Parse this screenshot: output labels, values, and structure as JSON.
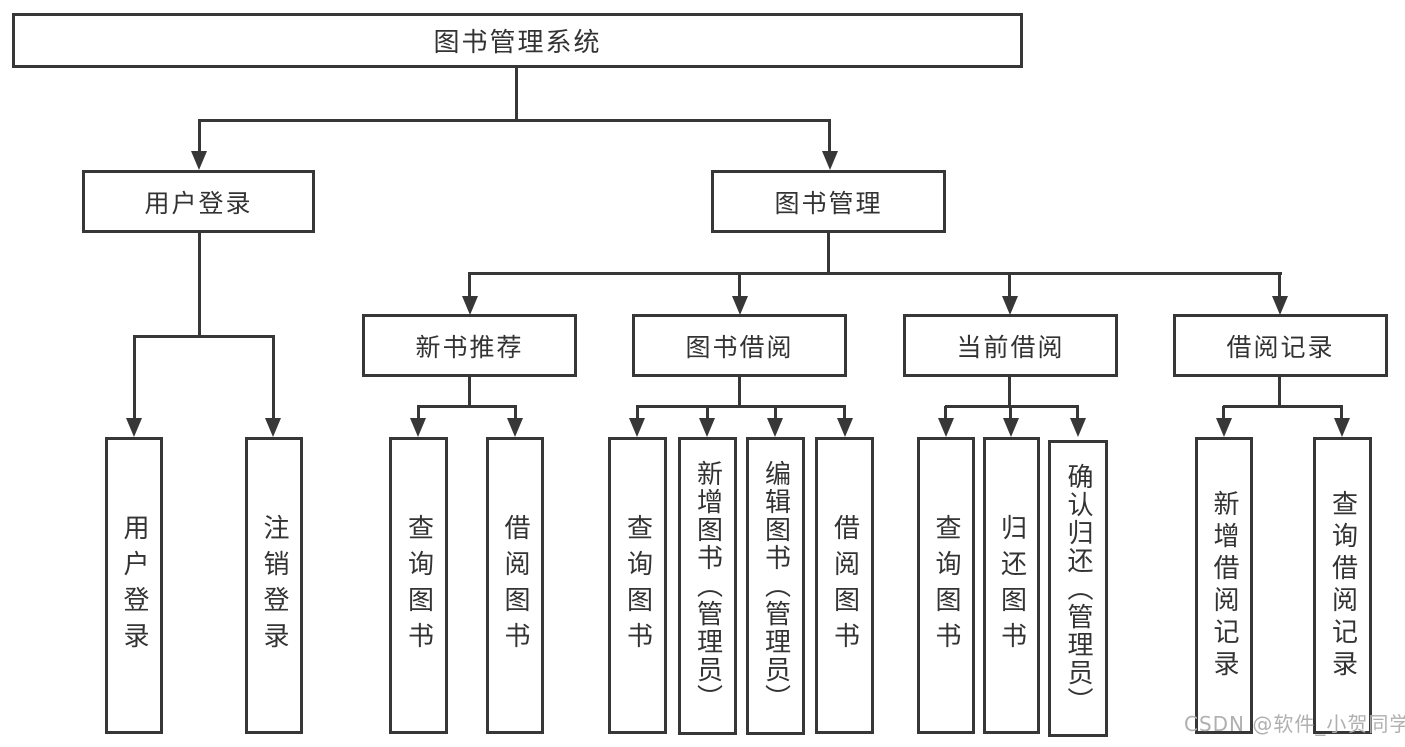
{
  "diagram": {
    "type": "hierarchy-tree",
    "root": {
      "label": "图书管理系统"
    },
    "level2": [
      {
        "label": "用户登录",
        "parent": "图书管理系统"
      },
      {
        "label": "图书管理",
        "parent": "图书管理系统"
      }
    ],
    "level3": [
      {
        "label": "新书推荐",
        "parent": "图书管理"
      },
      {
        "label": "图书借阅",
        "parent": "图书管理"
      },
      {
        "label": "当前借阅",
        "parent": "图书管理"
      },
      {
        "label": "借阅记录",
        "parent": "图书管理"
      }
    ],
    "leaves": [
      {
        "label": "用户登录",
        "parent": "用户登录"
      },
      {
        "label": "注销登录",
        "parent": "用户登录"
      },
      {
        "label": "查询图书",
        "parent": "新书推荐"
      },
      {
        "label": "借阅图书",
        "parent": "新书推荐"
      },
      {
        "label": "查询图书",
        "parent": "图书借阅"
      },
      {
        "label": "新增图书（管理员）",
        "parent": "图书借阅"
      },
      {
        "label": "编辑图书（管理员）",
        "parent": "图书借阅"
      },
      {
        "label": "借阅图书",
        "parent": "图书借阅"
      },
      {
        "label": "查询图书",
        "parent": "当前借阅"
      },
      {
        "label": "归还图书",
        "parent": "当前借阅"
      },
      {
        "label": "确认归还（管理员）",
        "parent": "当前借阅"
      },
      {
        "label": "新增借阅记录",
        "parent": "借阅记录"
      },
      {
        "label": "查询借阅记录",
        "parent": "借阅记录"
      }
    ]
  },
  "watermark": {
    "text": "CSDN @软件_小贺同学"
  },
  "colors": {
    "line": "#373737",
    "text": "#333333",
    "background": "#ffffff",
    "watermark": "#b0b0b0"
  }
}
